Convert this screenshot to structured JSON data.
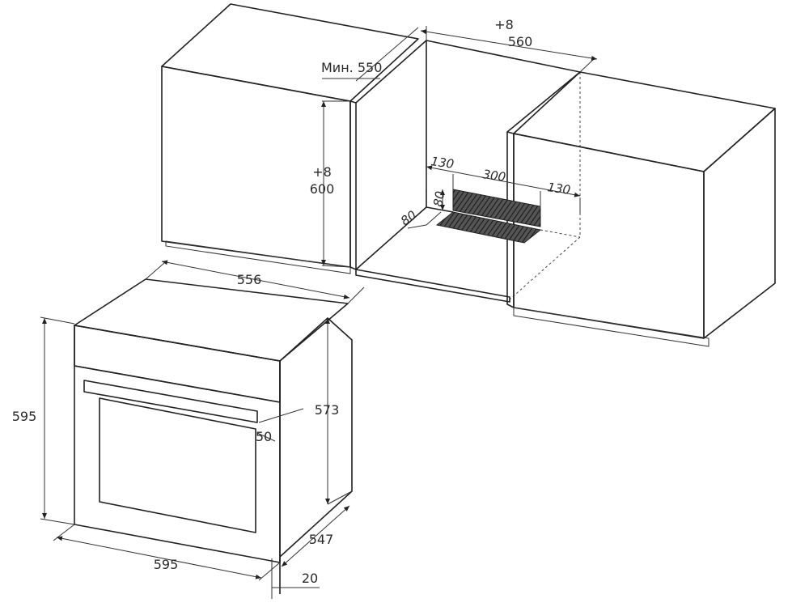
{
  "cabinet": {
    "min_depth": "Мин. 550",
    "width_tol": "+8",
    "width": "560",
    "height_tol": "+8",
    "height": "600",
    "vent_left": "130",
    "vent_width": "300",
    "vent_right": "130",
    "vent_height": "80",
    "vent_depth": "80"
  },
  "oven": {
    "depth": "556",
    "height": "595",
    "body_height": "573",
    "door_offset": "50",
    "width": "595",
    "depth_body": "547",
    "door_thickness": "20"
  }
}
